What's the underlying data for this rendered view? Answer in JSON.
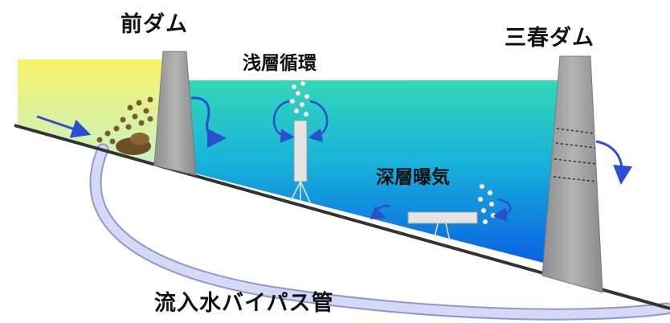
{
  "labels": {
    "front_dam": "前ダム",
    "miharu_dam": "三春ダム",
    "shallow_circulation": "浅層循環",
    "deep_aeration": "深層曝気",
    "inflow_bypass_pipe": "流入水バイパス管"
  },
  "colors": {
    "front_pond_top": "#f6f36a",
    "front_pond_bottom": "#c7f2c0",
    "reservoir_top": "#2fd6b8",
    "reservoir_bottom": "#0c64e0",
    "dam_gray": "#a6a6a6",
    "arrow_blue": "#2a4fd0",
    "pipe": "#c9cdf0"
  }
}
